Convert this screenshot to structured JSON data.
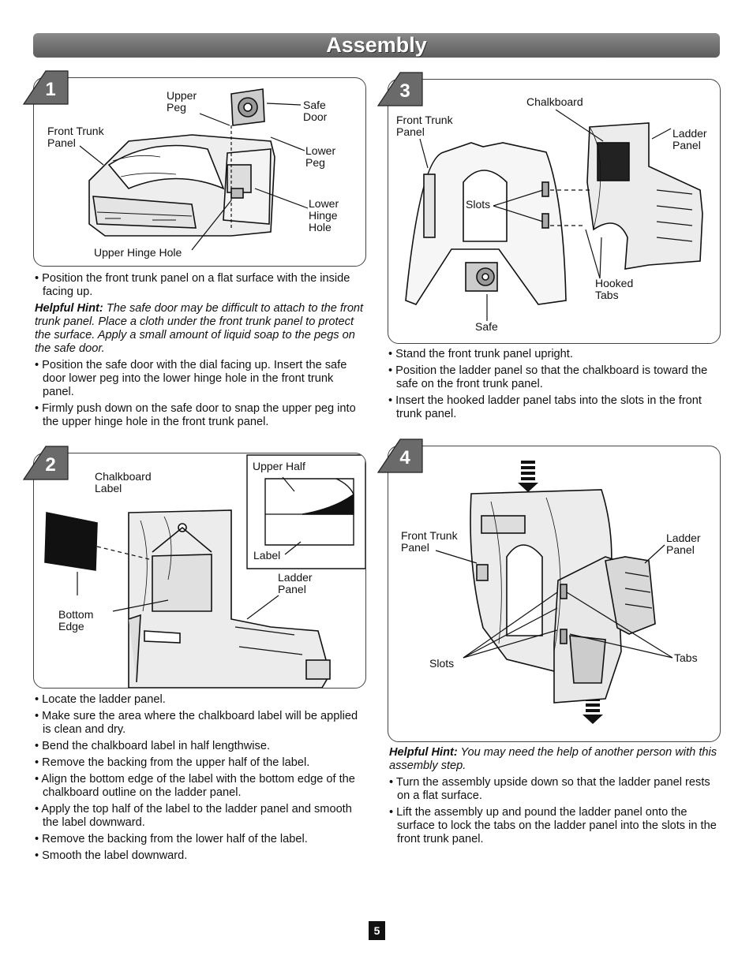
{
  "header": {
    "title": "Assembly"
  },
  "steps": [
    {
      "number": "1",
      "labels": {
        "front_trunk_panel": "Front Trunk\nPanel",
        "upper_peg": "Upper\nPeg",
        "safe_door": "Safe\nDoor",
        "lower_peg": "Lower\nPeg",
        "lower_hinge_hole": "Lower\nHinge\nHole",
        "upper_hinge_hole": "Upper Hinge Hole"
      },
      "bullets_a": [
        "Position the front trunk panel on a flat surface with the inside facing up."
      ],
      "hint_label": "Helpful Hint:",
      "hint_text": "The safe door may be difficult to attach to the front trunk panel. Place a cloth under the front trunk panel to protect the surface. Apply a small amount of liquid soap to the pegs on the safe door.",
      "bullets_b": [
        "Position the safe door with the dial facing up. Insert the safe door lower peg into the lower hinge hole in the front trunk panel.",
        "Firmly push down on the safe door to snap the upper peg into the upper hinge hole in the front trunk panel."
      ]
    },
    {
      "number": "2",
      "labels": {
        "chalkboard_label": "Chalkboard\nLabel",
        "upper_half": "Upper Half",
        "label": "Label",
        "ladder_panel": "Ladder\nPanel",
        "bottom_edge": "Bottom\nEdge"
      },
      "bullets": [
        "Locate the ladder panel.",
        "Make sure the area where the chalkboard label will be applied is clean and dry.",
        "Bend the chalkboard label in half lengthwise.",
        "Remove the backing from the upper half of the label.",
        "Align the bottom edge of the label with the bottom edge of the chalkboard outline on the ladder panel.",
        "Apply the top half of the label to the ladder panel and smooth the label downward.",
        "Remove the backing from the lower half of the label.",
        "Smooth the label downward."
      ]
    },
    {
      "number": "3",
      "labels": {
        "chalkboard": "Chalkboard",
        "front_trunk_panel": "Front Trunk\nPanel",
        "ladder_panel": "Ladder\nPanel",
        "slots": "Slots",
        "hooked_tabs": "Hooked\nTabs",
        "safe": "Safe"
      },
      "bullets": [
        "Stand the front trunk panel upright.",
        "Position the ladder panel so that the chalkboard is toward the safe on the front trunk panel.",
        "Insert the hooked ladder panel tabs into the slots in the front trunk panel."
      ]
    },
    {
      "number": "4",
      "labels": {
        "front_trunk_panel": "Front Trunk\nPanel",
        "ladder_panel": "Ladder\nPanel",
        "slots": "Slots",
        "tabs": "Tabs"
      },
      "hint_label": "Helpful Hint:",
      "hint_text": "You may need the help of another person with this assembly step.",
      "bullets": [
        "Turn the assembly upside down so that the ladder panel rests on a flat surface.",
        "Lift the assembly up and pound the ladder panel onto the surface to lock the tabs on the ladder panel into the slots in the front trunk panel."
      ]
    }
  ],
  "footer": {
    "page_number": "5"
  }
}
